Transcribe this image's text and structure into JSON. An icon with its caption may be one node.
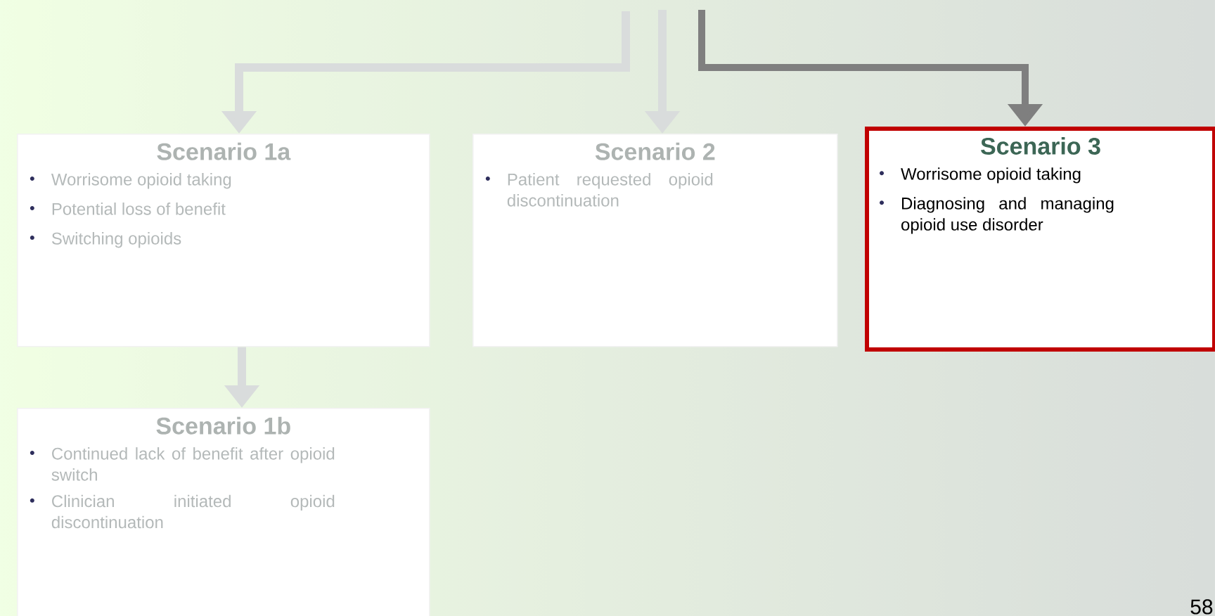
{
  "diagram": {
    "nodes": [
      {
        "text": [
          "Scenario 1a",
          "Worrisome opioid taking",
          "Potential loss of benefit",
          "Switching opioids"
        ]
      },
      {
        "text": [
          "Scenario 2",
          "Patient requested opioid discontinuation"
        ]
      },
      {
        "text": [
          "Scenario 1b",
          "Continued lack of benefit after opioid switch",
          "Clinician initiated opioid discontinuation"
        ]
      },
      {
        "text": [
          "Scenario 3",
          "Worrisome opioid taking",
          "Diagnosing and managing opioid use disorder"
        ]
      }
    ],
    "edges": [
      {
        "from": null,
        "to": 0,
        "arrow": "to"
      },
      {
        "from": null,
        "to": 1,
        "arrow": "to"
      },
      {
        "from": null,
        "to": 3,
        "arrow": "to",
        "color": "#7f7f7f"
      },
      {
        "from": 0,
        "to": 2,
        "arrow": "to"
      }
    ],
    "labels": [
      "58"
    ]
  }
}
